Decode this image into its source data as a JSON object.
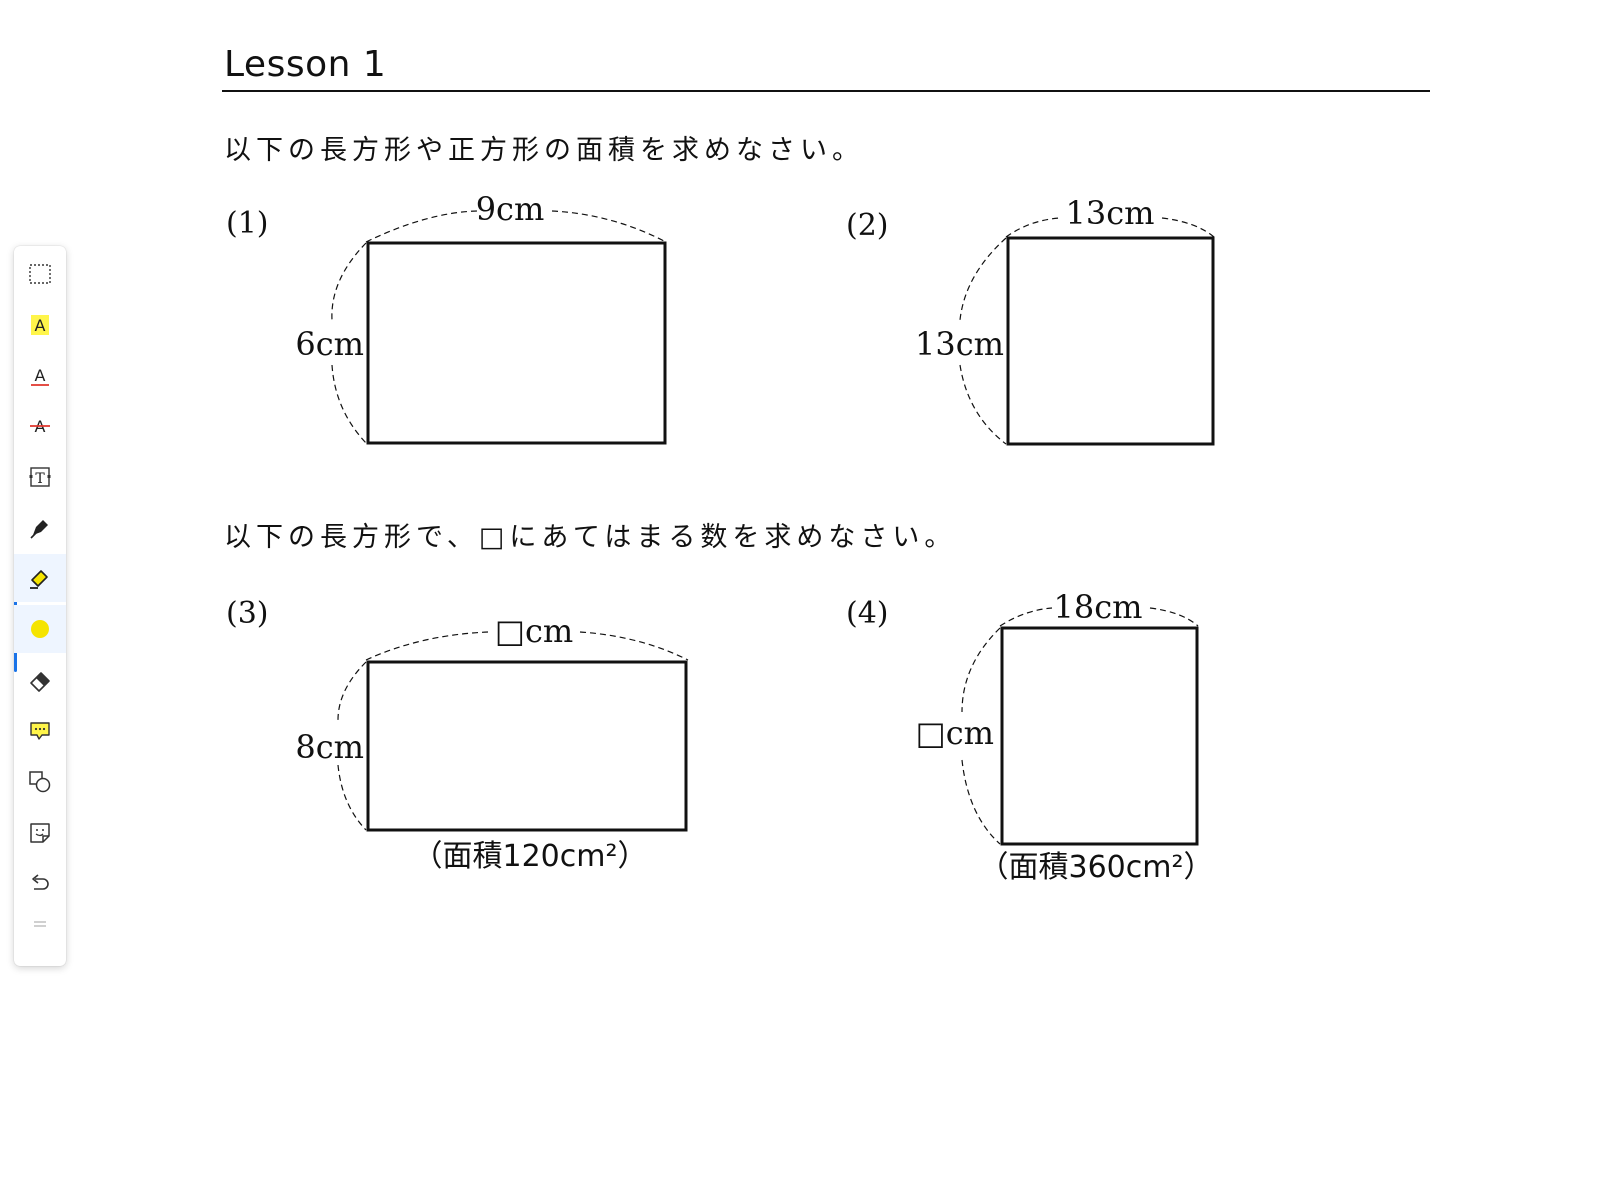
{
  "lesson": {
    "title": "Lesson 1",
    "instruction_1": "以下の長方形や正方形の面積を求めなさい。",
    "instruction_2": "以下の長方形で、□にあてはまる数を求めなさい。"
  },
  "problems": [
    {
      "number": "(1)",
      "top_label": "9cm",
      "side_label": "6cm",
      "area_label": ""
    },
    {
      "number": "(2)",
      "top_label": "13cm",
      "side_label": "13cm",
      "area_label": ""
    },
    {
      "number": "(3)",
      "top_label": "□cm",
      "side_label": "8cm",
      "area_label": "（面積120cm²）"
    },
    {
      "number": "(4)",
      "top_label": "18cm",
      "side_label": "□cm",
      "area_label": "（面積360cm²）"
    }
  ],
  "toolbar": {
    "active_tool": "highlighter-pen",
    "active_color": "#f5e400",
    "tools": [
      {
        "name": "select",
        "icon": "dashed-rect-select-icon"
      },
      {
        "name": "text-highlight",
        "icon": "text-highlight-icon"
      },
      {
        "name": "text-underline",
        "icon": "text-underline-icon"
      },
      {
        "name": "text-strikethrough",
        "icon": "text-strikethrough-icon"
      },
      {
        "name": "text-box",
        "icon": "text-box-icon"
      },
      {
        "name": "pen",
        "icon": "pen-icon"
      },
      {
        "name": "highlighter-pen",
        "icon": "highlighter-icon"
      },
      {
        "name": "color-picker",
        "icon": "color-dot-icon"
      },
      {
        "name": "eraser",
        "icon": "eraser-icon"
      },
      {
        "name": "comment",
        "icon": "comment-icon"
      },
      {
        "name": "shapes",
        "icon": "shapes-icon"
      },
      {
        "name": "sticker",
        "icon": "sticker-icon"
      },
      {
        "name": "undo",
        "icon": "undo-icon"
      },
      {
        "name": "drag-handle",
        "icon": "drag-handle-icon"
      }
    ]
  }
}
